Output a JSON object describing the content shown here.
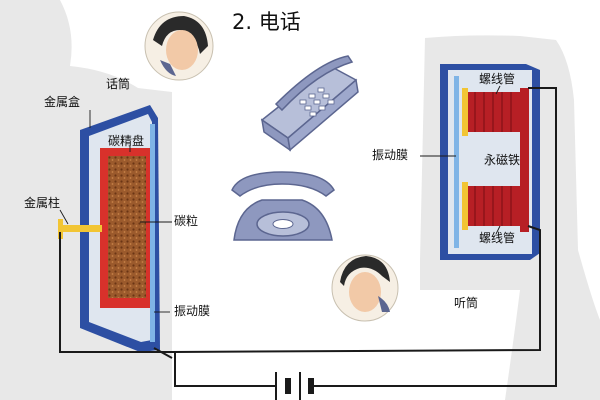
{
  "title": "2. 电话",
  "labels": {
    "mouthpiece": "话筒",
    "metal_box": "金属盒",
    "carbon_cup": "碳精盘",
    "metal_post": "金属柱",
    "carbon_grains": "碳粒",
    "diaphragm_left": "振动膜",
    "earpiece": "听筒",
    "diaphragm_right": "振动膜",
    "coil_top": "螺线管",
    "magnet": "永磁铁",
    "coil_bottom": "螺线管"
  },
  "colors": {
    "panel_gray": "#e8e8e8",
    "housing_blue": "#2d4fa3",
    "diaphragm_blue": "#7fb4e6",
    "carbon_red": "#d8312b",
    "carbon_grains": "#9b5a2c",
    "metal_yellow": "#f2c534",
    "coil_red": "#b71f25",
    "wire": "#1a1a1a",
    "phone_blue": "#8e98bf"
  }
}
